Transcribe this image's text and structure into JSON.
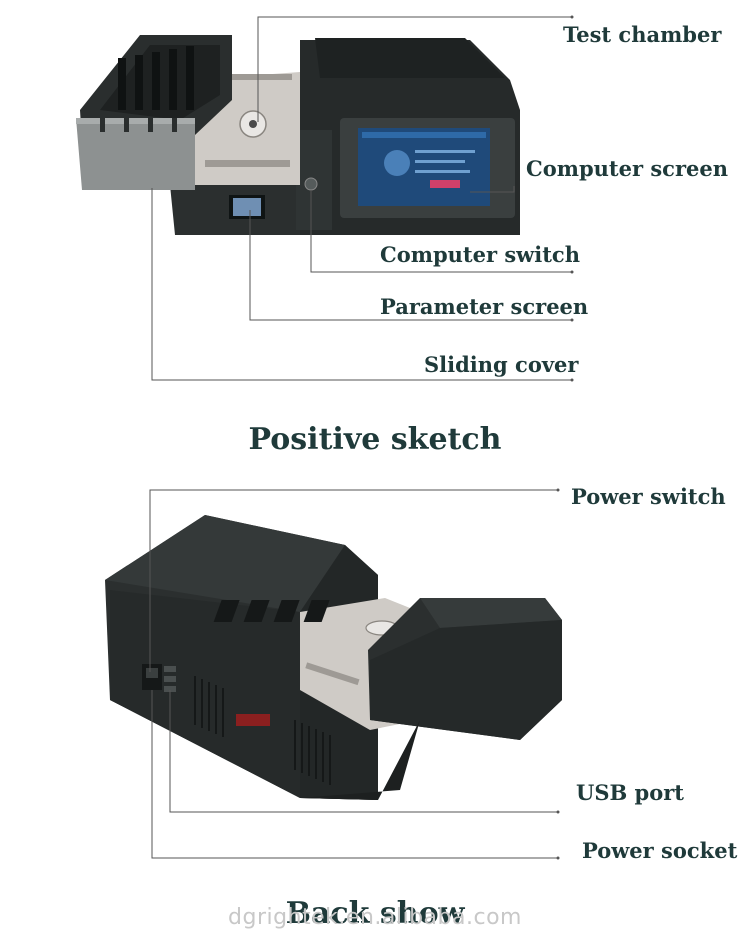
{
  "sections": [
    {
      "heading": "Positive sketch",
      "labels": {
        "test_chamber": "Test chamber",
        "computer_screen": "Computer screen",
        "computer_switch": "Computer switch",
        "parameter_screen": "Parameter screen",
        "sliding_cover": "Sliding cover"
      }
    },
    {
      "heading": "Back show",
      "labels": {
        "power_switch": "Power switch",
        "usb_port": "USB port",
        "power_socket": "Power socket"
      }
    }
  ],
  "watermark": "dgrightek.en.alibaba.com",
  "colors": {
    "text": "#1f3a3a",
    "leader_line": "#555555",
    "device_body": "#2b2f2f",
    "device_dark": "#1a1d1d",
    "tray": "#cfcbc6",
    "screen": "#1f4a7a"
  }
}
